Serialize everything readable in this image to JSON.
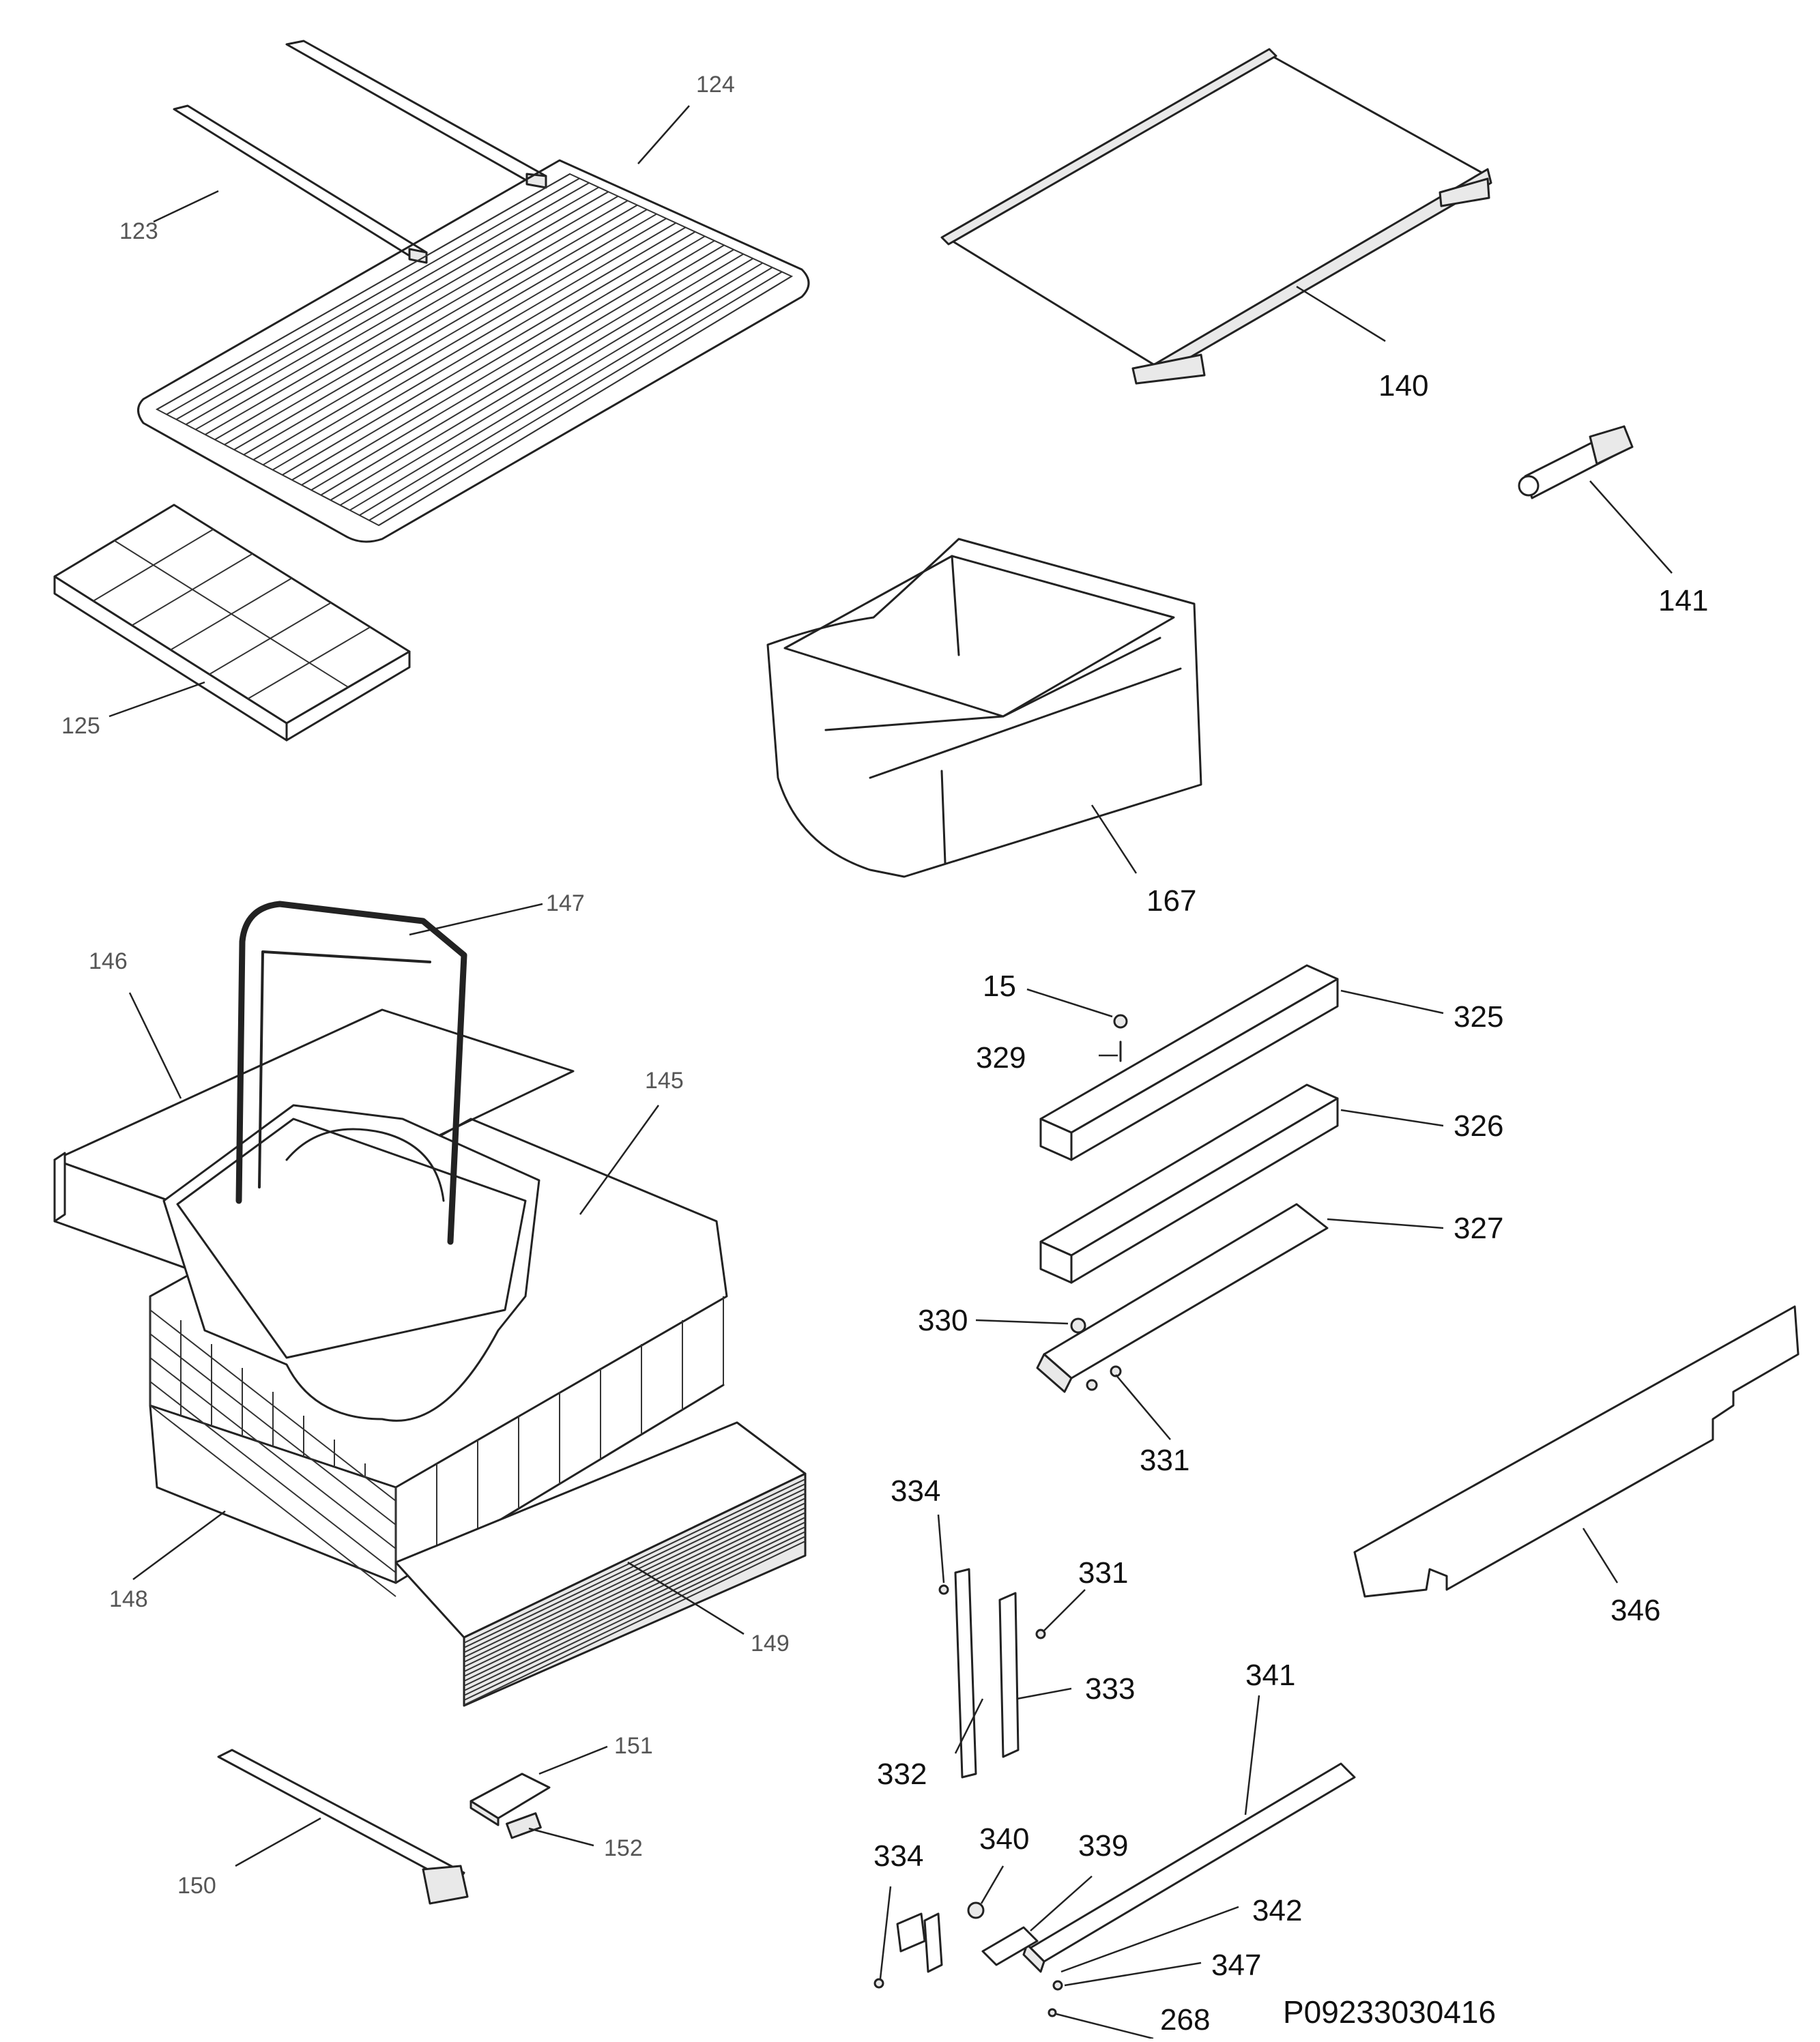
{
  "diagram_id": "P09233030416",
  "labels": [
    {
      "id": "123",
      "text": "123"
    },
    {
      "id": "124",
      "text": "124"
    },
    {
      "id": "125",
      "text": "125"
    },
    {
      "id": "140",
      "text": "140"
    },
    {
      "id": "141",
      "text": "141"
    },
    {
      "id": "145",
      "text": "145"
    },
    {
      "id": "146",
      "text": "146"
    },
    {
      "id": "147",
      "text": "147"
    },
    {
      "id": "148",
      "text": "148"
    },
    {
      "id": "149",
      "text": "149"
    },
    {
      "id": "150",
      "text": "150"
    },
    {
      "id": "151",
      "text": "151"
    },
    {
      "id": "152",
      "text": "152"
    },
    {
      "id": "167",
      "text": "167"
    },
    {
      "id": "15",
      "text": "15"
    },
    {
      "id": "325",
      "text": "325"
    },
    {
      "id": "326",
      "text": "326"
    },
    {
      "id": "327",
      "text": "327"
    },
    {
      "id": "329",
      "text": "329"
    },
    {
      "id": "330",
      "text": "330"
    },
    {
      "id": "331a",
      "text": "331"
    },
    {
      "id": "331b",
      "text": "331"
    },
    {
      "id": "332",
      "text": "332"
    },
    {
      "id": "333",
      "text": "333"
    },
    {
      "id": "334a",
      "text": "334"
    },
    {
      "id": "334b",
      "text": "334"
    },
    {
      "id": "339",
      "text": "339"
    },
    {
      "id": "340",
      "text": "340"
    },
    {
      "id": "341",
      "text": "341"
    },
    {
      "id": "342",
      "text": "342"
    },
    {
      "id": "346",
      "text": "346"
    },
    {
      "id": "347",
      "text": "347"
    },
    {
      "id": "268",
      "text": "268"
    }
  ]
}
